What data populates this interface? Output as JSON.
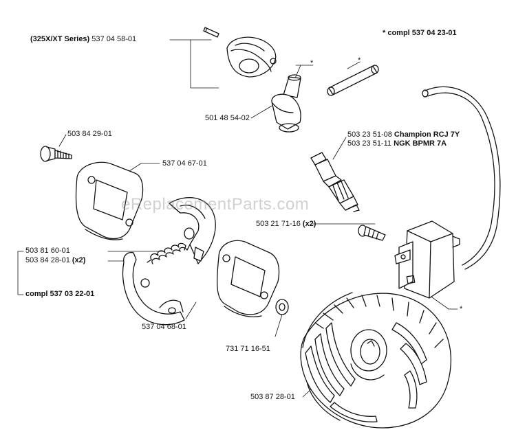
{
  "labels": {
    "cover": {
      "prefix": "(325X/XT Series)",
      "number": "537 04 58-01"
    },
    "compl_note": "* compl 537 04 23-01",
    "boot": "501 48 54-02",
    "boot_star": "*",
    "tube_star": "*",
    "screw": "503 84 29-01",
    "plate_top": "537 04 67-01",
    "plug_1_number": "503 23 51-08",
    "plug_1_name": "Champion RCJ 7Y",
    "plug_2_number": "503 23 51-11",
    "plug_2_name": "NGK BPMR 7A",
    "coil_screw_number": "503 21 71-16",
    "coil_screw_qty": "(x2)",
    "spring_a": "503 81 60-01",
    "spring_b_number": "503 84 28-01",
    "spring_b_qty": "(x2)",
    "clutch_compl": "compl 537 03 22-01",
    "plate_bottom": "537 04 68-01",
    "washer": "731 71 16-51",
    "flywheel": "503 87 28-01",
    "coil_star": "*"
  },
  "watermark": "eReplacementParts.com"
}
